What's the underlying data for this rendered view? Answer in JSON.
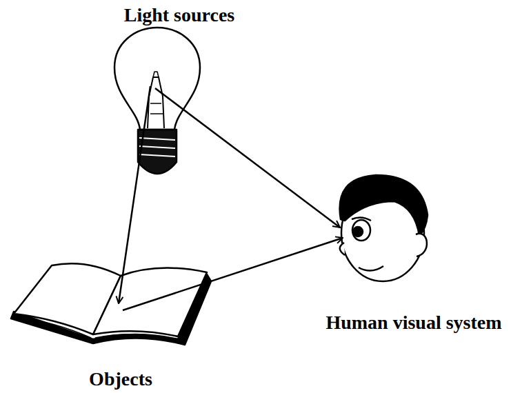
{
  "diagram": {
    "nodes": [
      {
        "text": [
          "Light sources"
        ]
      },
      {
        "text": [
          "Objects"
        ]
      },
      {
        "text": [
          "Human visual system"
        ]
      }
    ],
    "edges": [
      {
        "from": 0,
        "to": 1,
        "arrow": "to"
      },
      {
        "from": 0,
        "to": 2,
        "arrow": "to"
      },
      {
        "from": 1,
        "to": 2,
        "arrow": "to"
      }
    ]
  }
}
